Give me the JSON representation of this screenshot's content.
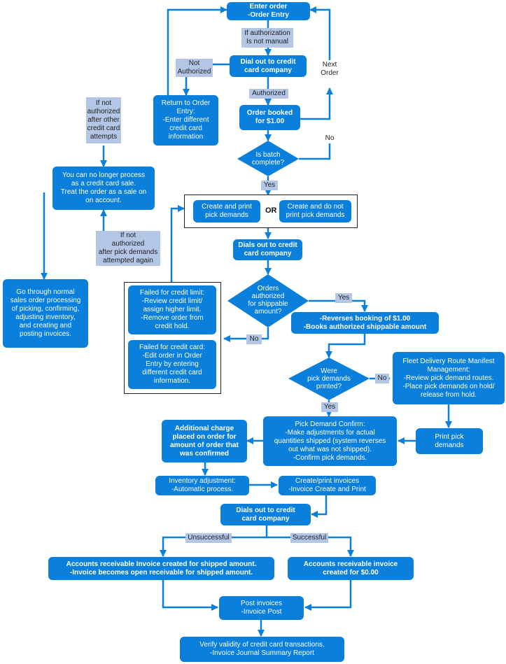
{
  "nodes": {
    "enter_order": [
      "Enter order",
      "-Order Entry"
    ],
    "dial_out_1": [
      "Dial out to credit",
      "card company"
    ],
    "order_booked": [
      "Order booked",
      "for  $1.00"
    ],
    "batch_complete": [
      "Is batch",
      "complete?"
    ],
    "return_entry": [
      "Return to Order",
      "Entry:",
      "-Enter different",
      "credit card",
      "information"
    ],
    "no_longer": [
      "You can no longer process",
      "as a credit card sale.",
      "Treat the order as a sale on",
      "on account."
    ],
    "normal_sales": [
      "Go through normal",
      "sales order processing",
      "of picking, confirming,",
      "adjusting inventory,",
      "and creating and",
      "posting invoices."
    ],
    "create_print_pick": [
      "Create and print",
      "pick demands"
    ],
    "or_label": "OR",
    "create_no_print_pick": [
      "Create and do not",
      "print pick demands"
    ],
    "dials_out_2": [
      "Dials out to credit",
      "card company"
    ],
    "orders_authorized": [
      "Orders",
      "authorized",
      "for shippable",
      "amount?"
    ],
    "failed_limit": [
      "Failed for credit limit:",
      "-Review credit limit/",
      "assign higher limit.",
      "-Remove order from",
      "credit hold."
    ],
    "failed_card": [
      "Failed for credit card:",
      "-Edit order in Order",
      "Entry by entering",
      "different credit card",
      "information."
    ],
    "reverses": [
      "-Reverses booking of $1.00",
      "-Books authorized shippable amount"
    ],
    "pick_printed": [
      "Were",
      "pick demands",
      "printed?"
    ],
    "fleet": [
      "Fleet Delivery Route Manifest",
      "Management:",
      "-Review pick demand routes.",
      "-Place pick demands on hold/",
      "release from hold."
    ],
    "print_pick": [
      "Print pick",
      "demands"
    ],
    "pick_confirm": [
      "Pick Demand Confirm:",
      "-Make adjustments for actual",
      "quantities shipped (system reverses",
      "out what was not shipped).",
      "-Confirm pick demands."
    ],
    "additional_charge": [
      "Additional charge",
      "placed on order for",
      "amount of order that",
      "was confirmed"
    ],
    "inventory_adj": [
      "Inventory adjustment:",
      "-Automatic process."
    ],
    "create_invoices": [
      "Create/print invoices",
      "-Invoice Create and Print"
    ],
    "dials_out_3": [
      "Dials out to credit",
      "card company"
    ],
    "ar_shipped": [
      "Accounts receivable Invoice created for shipped amount.",
      "-Invoice becomes open receivable for shipped amount."
    ],
    "ar_zero": [
      "Accounts receivable invoice",
      "created for $0.00"
    ],
    "post_invoices": [
      "Post invoices",
      "-Invoice Post"
    ],
    "verify": [
      "Verify validity of credit card transactions.",
      "-Invoice Journal Summary Report"
    ]
  },
  "labels": {
    "if_auth_not_manual": [
      "If authorization",
      "Is not manual"
    ],
    "not_authorized": [
      "Not",
      "Authorized"
    ],
    "authorized": [
      "Authorized"
    ],
    "next_order": [
      "Next",
      "Order"
    ],
    "no_batch": [
      "No"
    ],
    "yes_batch": [
      "Yes"
    ],
    "if_not_auth_other": [
      "If not",
      "authorized",
      "after other",
      "credit card",
      "attempts"
    ],
    "if_not_auth_pick": [
      "If not",
      "authorized",
      "after pick demands",
      "attempted again"
    ],
    "yes_orders": [
      "Yes"
    ],
    "no_orders": [
      "No"
    ],
    "no_pick": [
      "No"
    ],
    "yes_pick": [
      "Yes"
    ],
    "unsuccessful": [
      "Unsuccessful"
    ],
    "successful": [
      "Successful"
    ]
  }
}
